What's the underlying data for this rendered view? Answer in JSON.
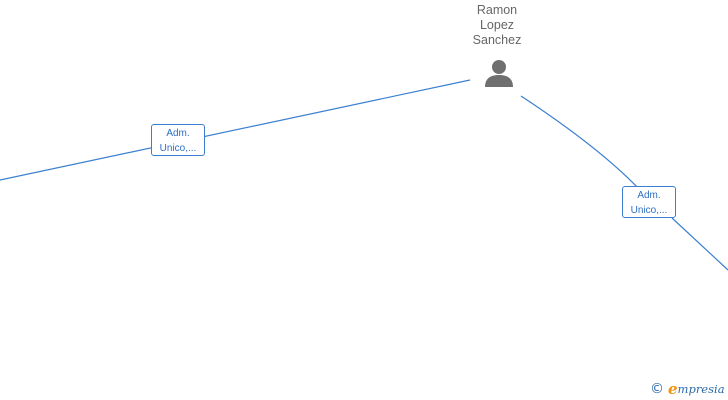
{
  "person": {
    "name_lines": [
      "Ramon",
      "Lopez",
      "Sanchez"
    ],
    "icon": "person-icon"
  },
  "relations": [
    {
      "line1": "Adm.",
      "line2": "Unico,..."
    },
    {
      "line1": "Adm.",
      "line2": "Unico,..."
    }
  ],
  "brand": {
    "copyright_symbol": "©",
    "initial": "e",
    "rest": "mpresia"
  },
  "colors": {
    "edge": "#3a7fd0",
    "label_text": "#2d6fc3",
    "person_icon": "#6f6f6f",
    "name_text": "#666666",
    "brand_accent": "#f0930f",
    "brand_blue": "#2b6aa8"
  }
}
